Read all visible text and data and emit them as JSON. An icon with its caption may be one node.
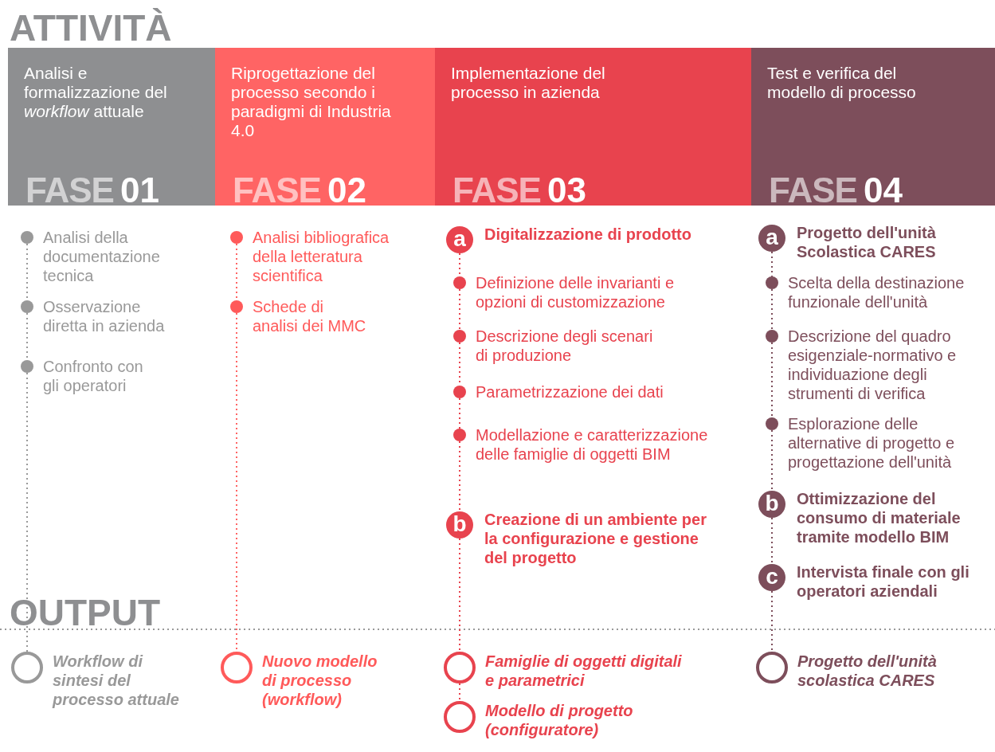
{
  "diagram": {
    "nodes": [
      {
        "text": [
          "Analisi e formalizzazione del *workflow* attuale",
          "FASE",
          "01"
        ]
      },
      {
        "text": [
          "Riprogettazione del processo secondo i paradigmi di Industria 4.0",
          "FASE",
          "02"
        ]
      },
      {
        "text": [
          "Implementazione del processo in azienda",
          "FASE",
          "03"
        ]
      },
      {
        "text": [
          "Test e verifica del modello di processo",
          "FASE",
          "04"
        ]
      },
      {
        "text": [
          "Analisi della documentazione tecnica"
        ]
      },
      {
        "text": [
          "Osservazione diretta in azienda"
        ]
      },
      {
        "text": [
          "Confronto con gli operatori"
        ]
      },
      {
        "text": [
          "Workflow di sintesi del processo attuale"
        ]
      },
      {
        "text": [
          "Analisi bibliografica della letteratura scientifica"
        ]
      },
      {
        "text": [
          "Schede di analisi dei MMC"
        ]
      },
      {
        "text": [
          "Nuovo modello di processo (workflow)"
        ]
      },
      {
        "text": [
          "a",
          "Digitalizzazione di prodotto"
        ]
      },
      {
        "text": [
          "Definizione delle invarianti e opzioni di customizzazione"
        ]
      },
      {
        "text": [
          "Descrizione degli scenari di produzione"
        ]
      },
      {
        "text": [
          "Parametrizzazione dei dati"
        ]
      },
      {
        "text": [
          "Modellazione e caratterizzazione delle famiglie di oggetti BIM"
        ]
      },
      {
        "text": [
          "b",
          "Creazione di un ambiente per la configurazione e gestione del progetto"
        ]
      },
      {
        "text": [
          "Famiglie di oggetti digitali e parametrici"
        ]
      },
      {
        "text": [
          "Modello di progetto (configuratore)"
        ]
      },
      {
        "text": [
          "a",
          "Progetto dell'unità Scolastica CARES"
        ]
      },
      {
        "text": [
          "Scelta della destinazione funzionale dell'unità"
        ]
      },
      {
        "text": [
          "Descrizione del quadro esigenziale-normativo e individuazione degli strumenti di verifica"
        ]
      },
      {
        "text": [
          "Esplorazione delle alternative di progetto e progettazione dell'unità"
        ]
      },
      {
        "text": [
          "b",
          "Ottimizzazione del consumo di materiale tramite modello BIM"
        ]
      },
      {
        "text": [
          "c",
          "Intervista finale con gli operatori aziendali"
        ]
      },
      {
        "text": [
          "Progetto dell'unità scolastica CARES"
        ]
      }
    ],
    "edges": [
      {
        "from": 4,
        "to": 5,
        "arrow": "none",
        "style": "dashed",
        "color": "#9a9a9a"
      },
      {
        "from": 5,
        "to": 6,
        "arrow": "none",
        "style": "dashed",
        "color": "#9a9a9a"
      },
      {
        "from": 6,
        "to": 7,
        "arrow": "none",
        "style": "dashed",
        "color": "#9a9a9a"
      },
      {
        "from": 8,
        "to": 9,
        "arrow": "none",
        "style": "dashed",
        "color": "#ff6464"
      },
      {
        "from": 9,
        "to": 10,
        "arrow": "none",
        "style": "dashed",
        "color": "#ff6464"
      },
      {
        "from": 11,
        "to": 12,
        "arrow": "none",
        "style": "dashed",
        "color": "#e8434e"
      },
      {
        "from": 12,
        "to": 13,
        "arrow": "none",
        "style": "dashed",
        "color": "#e8434e"
      },
      {
        "from": 13,
        "to": 14,
        "arrow": "none",
        "style": "dashed",
        "color": "#e8434e"
      },
      {
        "from": 14,
        "to": 15,
        "arrow": "none",
        "style": "dashed",
        "color": "#e8434e"
      },
      {
        "from": 15,
        "to": 16,
        "arrow": "none",
        "style": "dashed",
        "color": "#e8434e"
      },
      {
        "from": 16,
        "to": 17,
        "arrow": "none",
        "style": "dashed",
        "color": "#e8434e"
      },
      {
        "from": 17,
        "to": 18,
        "arrow": "none",
        "style": "dashed",
        "color": "#e8434e"
      },
      {
        "from": 19,
        "to": 20,
        "arrow": "none",
        "style": "dashed",
        "color": "#7d4e5b"
      },
      {
        "from": 20,
        "to": 21,
        "arrow": "none",
        "style": "dashed",
        "color": "#7d4e5b"
      },
      {
        "from": 21,
        "to": 22,
        "arrow": "none",
        "style": "dashed",
        "color": "#7d4e5b"
      },
      {
        "from": 22,
        "to": 23,
        "arrow": "none",
        "style": "dashed",
        "color": "#7d4e5b"
      },
      {
        "from": 23,
        "to": 24,
        "arrow": "none",
        "style": "dashed",
        "color": "#7d4e5b"
      },
      {
        "from": 24,
        "to": 25,
        "arrow": "none",
        "style": "dashed",
        "color": "#7d4e5b"
      }
    ],
    "labels": [
      "ATTIVITÀ",
      "OUTPUT"
    ]
  }
}
